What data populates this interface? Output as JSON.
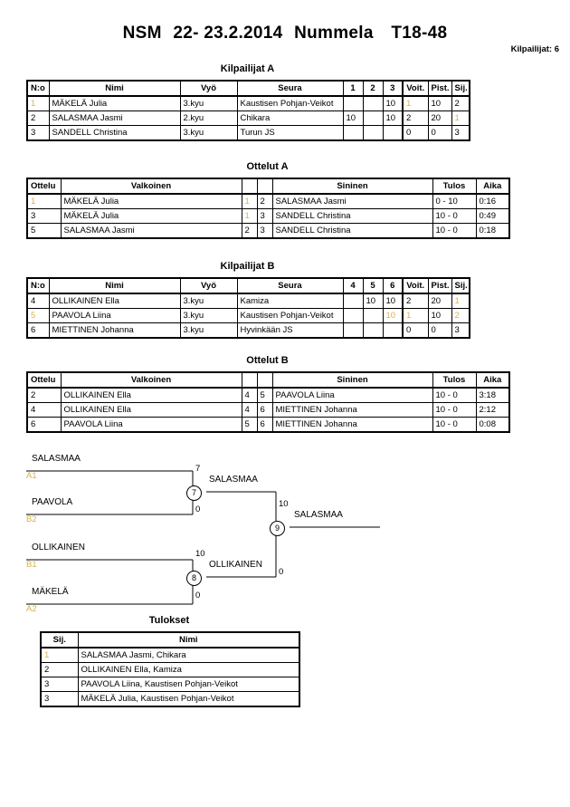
{
  "header": {
    "title_parts": [
      "NSM",
      "22- 23.2.2014",
      "Nummela",
      "T18-48"
    ],
    "title_full": "NSM  22- 23.2.2014  Nummela   T18-48",
    "participants_label": "Kilpailijat: 6"
  },
  "pool_a": {
    "caption": "Kilpailijat A",
    "columns": [
      "N:o",
      "Nimi",
      "Vyö",
      "Seura",
      "1",
      "2",
      "3",
      "Voit.",
      "Pist.",
      "Sij."
    ],
    "rows": [
      {
        "no": "1",
        "name": "MÄKELÄ Julia",
        "belt": "3.kyu",
        "club": "Kaustisen Pohjan-Veikot",
        "m1": "",
        "m2": "",
        "m3": "10",
        "wins": "1",
        "points": "10",
        "rank": "2"
      },
      {
        "no": "2",
        "name": "SALASMAA Jasmi",
        "belt": "2.kyu",
        "club": "Chikara",
        "m1": "10",
        "m2": "",
        "m3": "10",
        "wins": "2",
        "points": "20",
        "rank": "1"
      },
      {
        "no": "3",
        "name": "SANDELL Christina",
        "belt": "3.kyu",
        "club": "Turun JS",
        "m1": "",
        "m2": "",
        "m3": "",
        "wins": "0",
        "points": "0",
        "rank": "3"
      }
    ]
  },
  "matches_a": {
    "caption": "Ottelut A",
    "columns": [
      "Ottelu",
      "Valkoinen",
      "",
      "",
      "Sininen",
      "Tulos",
      "Aika"
    ],
    "rows": [
      {
        "match": "1",
        "white": "MÄKELÄ Julia",
        "white_no": "1",
        "blue_no": "2",
        "blue": "SALASMAA Jasmi",
        "result": "0 - 10",
        "time": "0:16"
      },
      {
        "match": "3",
        "white": "MÄKELÄ Julia",
        "white_no": "1",
        "blue_no": "3",
        "blue": "SANDELL Christina",
        "result": "10 - 0",
        "time": "0:49"
      },
      {
        "match": "5",
        "white": "SALASMAA Jasmi",
        "white_no": "2",
        "blue_no": "3",
        "blue": "SANDELL Christina",
        "result": "10 - 0",
        "time": "0:18"
      }
    ]
  },
  "pool_b": {
    "caption": "Kilpailijat B",
    "columns": [
      "N:o",
      "Nimi",
      "Vyö",
      "Seura",
      "4",
      "5",
      "6",
      "Voit.",
      "Pist.",
      "Sij."
    ],
    "rows": [
      {
        "no": "4",
        "name": "OLLIKAINEN Ella",
        "belt": "3.kyu",
        "club": "Kamiza",
        "m1": "",
        "m2": "10",
        "m3": "10",
        "wins": "2",
        "points": "20",
        "rank": "1"
      },
      {
        "no": "5",
        "name": "PAAVOLA Liina",
        "belt": "3.kyu",
        "club": "Kaustisen Pohjan-Veikot",
        "m1": "",
        "m2": "",
        "m3": "10",
        "wins": "1",
        "points": "10",
        "rank": "2"
      },
      {
        "no": "6",
        "name": "MIETTINEN Johanna",
        "belt": "3.kyu",
        "club": "Hyvinkään JS",
        "m1": "",
        "m2": "",
        "m3": "",
        "wins": "0",
        "points": "0",
        "rank": "3"
      }
    ]
  },
  "matches_b": {
    "caption": "Ottelut B",
    "columns": [
      "Ottelu",
      "Valkoinen",
      "",
      "",
      "Sininen",
      "Tulos",
      "Aika"
    ],
    "rows": [
      {
        "match": "2",
        "white": "OLLIKAINEN Ella",
        "white_no": "4",
        "blue_no": "5",
        "blue": "PAAVOLA Liina",
        "result": "10 - 0",
        "time": "3:18"
      },
      {
        "match": "4",
        "white": "OLLIKAINEN Ella",
        "white_no": "4",
        "blue_no": "6",
        "blue": "MIETTINEN Johanna",
        "result": "10 - 0",
        "time": "2:12"
      },
      {
        "match": "6",
        "white": "PAAVOLA Liina",
        "white_no": "5",
        "blue_no": "6",
        "blue": "MIETTINEN Johanna",
        "result": "10 - 0",
        "time": "0:08"
      }
    ]
  },
  "bracket": {
    "entrants": [
      {
        "name": "SALASMAA",
        "seed": "A1"
      },
      {
        "name": "PAAVOLA",
        "seed": "B2"
      },
      {
        "name": "OLLIKAINEN",
        "seed": "B1"
      },
      {
        "name": "MÄKELÄ",
        "seed": "A2"
      }
    ],
    "semi_top": {
      "number": "7",
      "winner": "SALASMAA",
      "score_top": "7",
      "score_bottom": "0"
    },
    "semi_bottom": {
      "number": "8",
      "winner": "OLLIKAINEN",
      "score_top": "10",
      "score_bottom": "0"
    },
    "final": {
      "number": "9",
      "winner": "SALASMAA",
      "score_top": "10",
      "score_bottom": "0"
    }
  },
  "results": {
    "caption": "Tulokset",
    "columns": [
      "Sij.",
      "Nimi"
    ],
    "rows": [
      {
        "rank": "1",
        "name": "SALASMAA Jasmi, Chikara"
      },
      {
        "rank": "2",
        "name": "OLLIKAINEN Ella, Kamiza"
      },
      {
        "rank": "3",
        "name": "PAAVOLA Liina, Kaustisen Pohjan-Veikot"
      },
      {
        "rank": "3",
        "name": "MÄKELÄ Julia, Kaustisen Pohjan-Veikot"
      }
    ]
  }
}
